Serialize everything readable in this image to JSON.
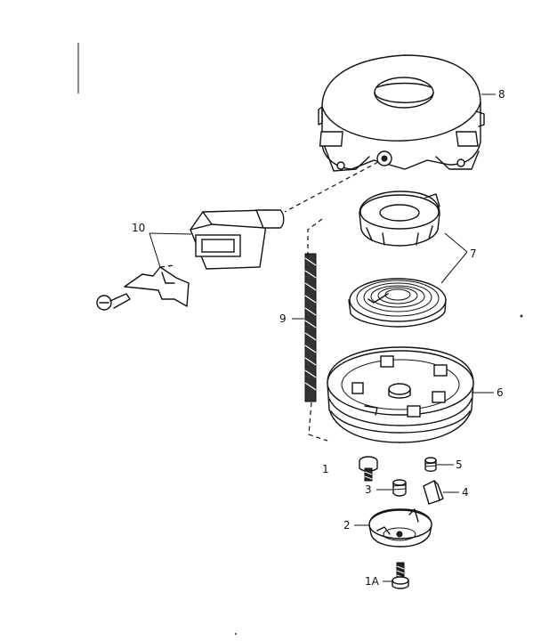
{
  "diagram": {
    "callouts": [
      {
        "id": "8",
        "label": "8"
      },
      {
        "id": "10",
        "label": "10"
      },
      {
        "id": "7",
        "label": "7"
      },
      {
        "id": "9",
        "label": "9"
      },
      {
        "id": "6",
        "label": "6"
      },
      {
        "id": "1",
        "label": "1"
      },
      {
        "id": "5",
        "label": "5"
      },
      {
        "id": "3",
        "label": "3"
      },
      {
        "id": "4",
        "label": "4"
      },
      {
        "id": "2",
        "label": "2"
      },
      {
        "id": "1A",
        "label": "1A"
      }
    ]
  }
}
